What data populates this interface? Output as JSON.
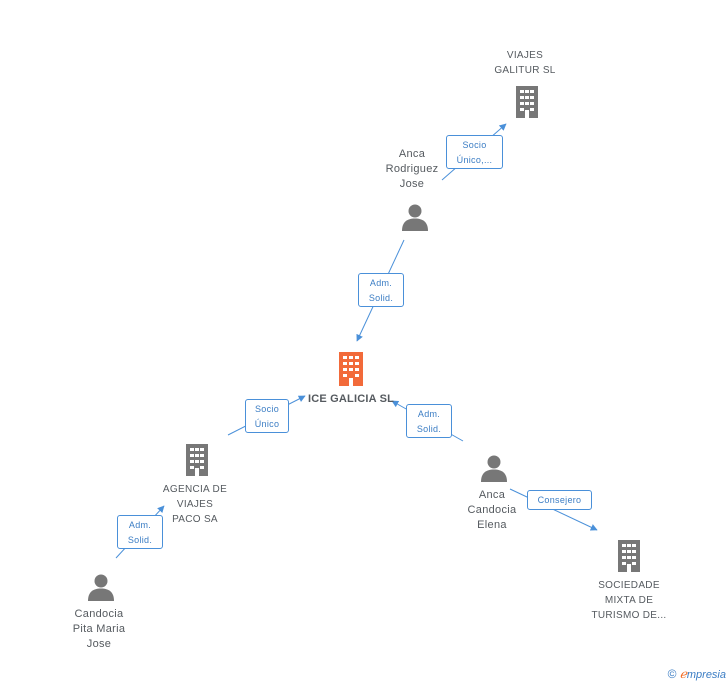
{
  "nodes": {
    "viajes_galitur": {
      "label": "VIAJES\nGALITUR SL",
      "type": "company",
      "color": "#777777",
      "icon": "building-icon"
    },
    "anca_rodriguez": {
      "label": "Anca\nRodriguez\nJose",
      "type": "person",
      "color": "#777777",
      "icon": "person-icon"
    },
    "ice_galicia": {
      "label": "ICE GALICIA SL",
      "type": "company-main",
      "color": "#f26a3a",
      "icon": "building-icon"
    },
    "agencia_viajes": {
      "label": "AGENCIA DE\nVIAJES\nPACO SA",
      "type": "company",
      "color": "#777777",
      "icon": "building-icon"
    },
    "anca_candocia": {
      "label": "Anca\nCandocia\nElena",
      "type": "person",
      "color": "#777777",
      "icon": "person-icon"
    },
    "sociedade_mixta": {
      "label": "SOCIEDADE\nMIXTA DE\nTURISMO DE...",
      "type": "company",
      "color": "#777777",
      "icon": "building-icon"
    },
    "candocia_pita": {
      "label": "Candocia\nPita Maria\nJose",
      "type": "person",
      "color": "#777777",
      "icon": "person-icon"
    }
  },
  "edges": {
    "rodriguez_galitur": "Socio\nÚnico,...",
    "rodriguez_ice": "Adm.\nSolid.",
    "agencia_ice": "Socio\nÚnico",
    "candocia_ice": "Adm.\nSolid.",
    "candocia_sociedade": "Consejero",
    "pita_agencia": "Adm.\nSolid."
  },
  "footer": {
    "copyright": "©",
    "brand_initial": "ℯ",
    "brand_rest": "mpresia"
  },
  "colors": {
    "edge": "#4a90d9",
    "node": "#777777",
    "main": "#f26a3a"
  }
}
